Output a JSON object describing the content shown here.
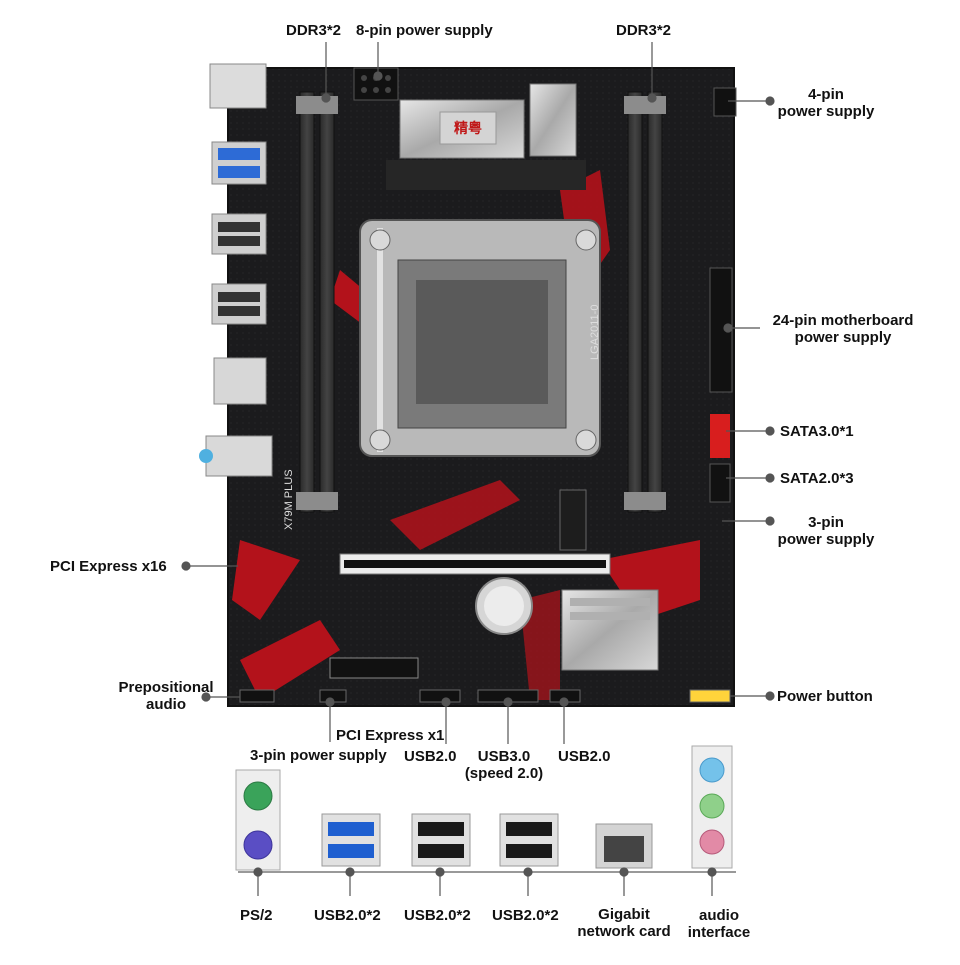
{
  "labels": {
    "ddr3_left": "DDR3*2",
    "eight_pin": "8-pin power supply",
    "ddr3_right": "DDR3*2",
    "four_pin": "4-pin\npower supply",
    "twenty_four_pin": "24-pin motherboard\npower supply",
    "sata3": "SATA3.0*1",
    "sata2": "SATA2.0*3",
    "three_pin_right": "3-pin\npower supply",
    "pcie_x16": "PCI Express x16",
    "front_audio": "Prepositional\naudio",
    "power_button": "Power button",
    "pcie_x1": "PCI Express x1",
    "three_pin_bottom": "3-pin power supply",
    "usb2_a": "USB2.0",
    "usb3": "USB3.0\n(speed 2.0)",
    "usb2_b": "USB2.0"
  },
  "io": {
    "ps2": "PS/2",
    "usb_1": "USB2.0*2",
    "usb_2": "USB2.0*2",
    "usb_3": "USB2.0*2",
    "lan": "Gigabit\nnetwork card",
    "audio": "audio\ninterface"
  },
  "silkscreen": {
    "socket": "LGA2011-0",
    "model": "X79M PLUS",
    "brand": "精粤"
  },
  "colors": {
    "pcb": "#1b1b1d",
    "accent_red": "#b3121b",
    "sata3_red": "#d81e1e",
    "usb3_blue": "#1e5fd0",
    "ps2_keyboard": "#5a4ec4",
    "ps2_mouse": "#3aa35a"
  }
}
